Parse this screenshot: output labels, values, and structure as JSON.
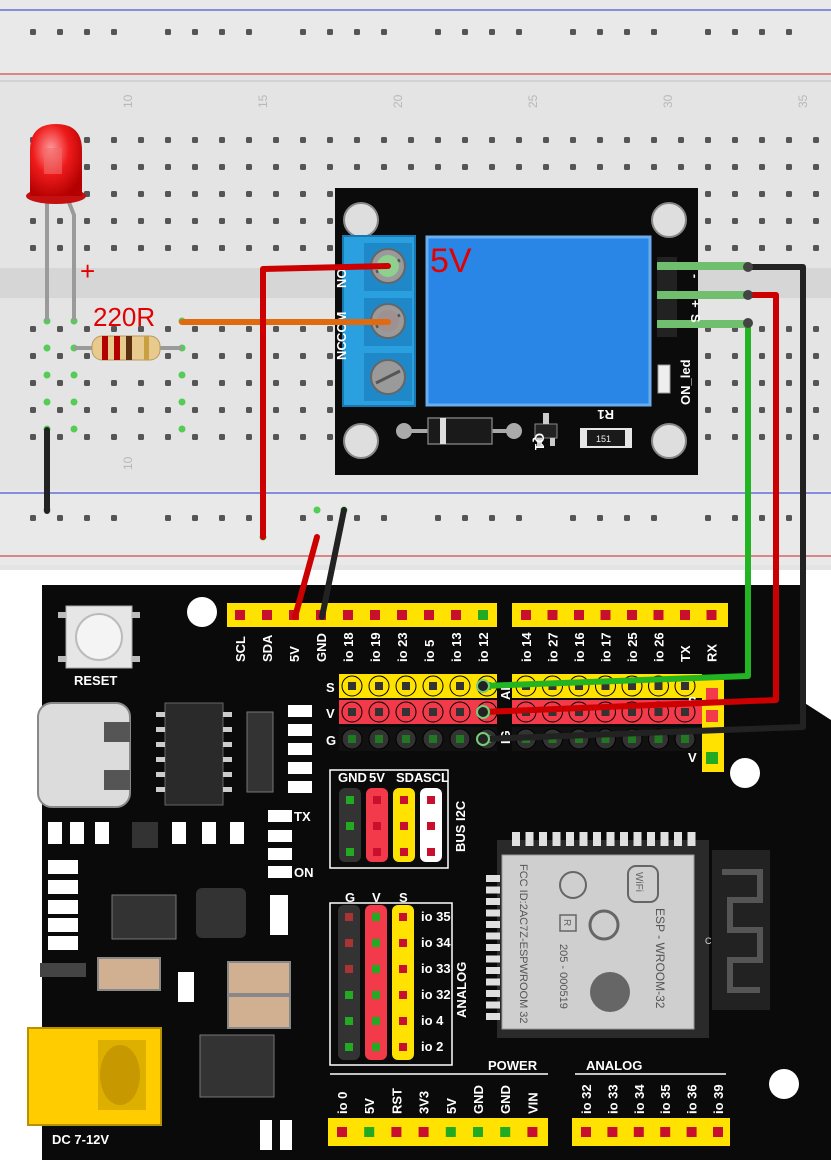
{
  "breadboard": {
    "column_numbers": [
      "10",
      "15",
      "20",
      "25",
      "30",
      "35"
    ],
    "lower_column_number": "10"
  },
  "led": {
    "polarity": "+"
  },
  "resistor": {
    "label": "220R"
  },
  "relay": {
    "supply_label": "5V",
    "terminals": [
      "NO",
      "COM",
      "NC"
    ],
    "pins": [
      "-",
      "+",
      "S"
    ],
    "indicator_label": "ON_led",
    "q1": "Q1",
    "r1": "R1",
    "smd": "151"
  },
  "controller": {
    "reset_label": "RESET",
    "power_jack_label": "DC 7-12V",
    "top_header_left": [
      "SCL",
      "SDA",
      "5V",
      "GND",
      "io 18",
      "io 19",
      "io 23",
      "io 5",
      "io 13",
      "io 12"
    ],
    "top_header_right": [
      "io 14",
      "io 27",
      "io 16",
      "io 17",
      "io 25",
      "io 26",
      "TX",
      "RX"
    ],
    "row_labels": [
      "S",
      "V",
      "G"
    ],
    "row_labels_right": [
      "S",
      "V"
    ],
    "bus_i2c": {
      "title": "BUS I2C",
      "cols": [
        "GND",
        "5V",
        "SDA",
        "SCL"
      ]
    },
    "analog_block": {
      "title": "ANALOG",
      "cols": [
        "G",
        "V",
        "S"
      ],
      "rows": [
        "io 35",
        "io 34",
        "io 33",
        "io 32",
        "io 4",
        "io 2"
      ]
    },
    "tx_label": "TX",
    "on_label": "ON",
    "power_header": {
      "title": "POWER",
      "pins": [
        "io 0",
        "5V",
        "RST",
        "3V3",
        "5V",
        "GND",
        "GND",
        "VIN"
      ]
    },
    "analog_header": {
      "title": "ANALOG",
      "pins": [
        "io 32",
        "io 33",
        "io 34",
        "io 35",
        "io 36",
        "io 39"
      ]
    },
    "module": {
      "name": "ESP - WROOM-32",
      "fcc": "FCC ID:2AC7Z-ESPWROOM 32",
      "code": "205 - 000519",
      "wifi": "WiFi",
      "r": "R",
      "antenna": "C"
    },
    "partial_labels": [
      "AI",
      "IG"
    ]
  },
  "colors": {
    "board": "#0a0a0a",
    "breadboard": "#e4e4e4",
    "header_yellow": "#ffe200",
    "pin_red": "#f23a4a",
    "wire_red": "#cc0000",
    "wire_green": "#22b422",
    "wire_black": "#222222",
    "wire_orange": "#e06a10",
    "terminal_blue": "#2aa0e0",
    "relay_blue": "#1f7ce0",
    "led_red": "#ee1b1b"
  }
}
